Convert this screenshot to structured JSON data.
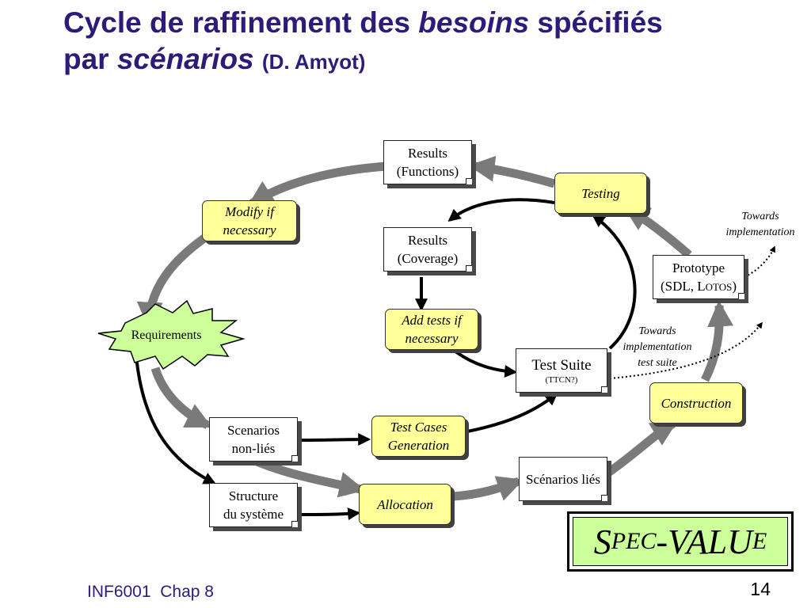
{
  "title": {
    "part1": "Cycle de raffinement des ",
    "emph1": "besoins",
    "part2": " spécifiés",
    "part3": "par ",
    "emph2": "scénarios",
    "author": "(D. Amyot)"
  },
  "nodes": {
    "results_functions": {
      "line1": "Results",
      "line2": "(Functions)"
    },
    "testing": "Testing",
    "modify": {
      "line1": "Modify if",
      "line2": "necessary"
    },
    "results_coverage": {
      "line1": "Results",
      "line2": "(Coverage)"
    },
    "add_tests": {
      "line1": "Add tests if",
      "line2": "necessary"
    },
    "requirements": "Requirements",
    "prototype": {
      "line1": "Prototype",
      "line2a": "(SDL, L",
      "line2b": "OTOS",
      "line2c": ")"
    },
    "test_suite": {
      "line1": "Test Suite",
      "line2": "(TTCN?)"
    },
    "construction": "Construction",
    "scenarios_non_lies": {
      "line1": "Scenarios",
      "line2": "non-liés"
    },
    "test_cases": {
      "line1": "Test Cases",
      "line2": "Generation"
    },
    "scenarios_lies": "Scénarios liés",
    "structure": {
      "line1": "Structure",
      "line2": "du système"
    },
    "allocation": "Allocation"
  },
  "notes": {
    "towards_impl": {
      "line1": "Towards",
      "line2": "implementation"
    },
    "towards_test": {
      "line1": "Towards",
      "line2": "implementation",
      "line3": "test suite"
    }
  },
  "logo": {
    "s": "S",
    "pec": "PEC",
    "dash_value": "-VALU",
    "e": "E"
  },
  "footer": {
    "course": "INF6001",
    "chapter": "Chap 8"
  },
  "page_number": "14",
  "colors": {
    "title": "#2e1a78",
    "process_fill": "#ffff99",
    "logo_fill": "#ccff99",
    "burst_fill": "#ccff99",
    "gray_arrow": "#7a7a7a"
  }
}
